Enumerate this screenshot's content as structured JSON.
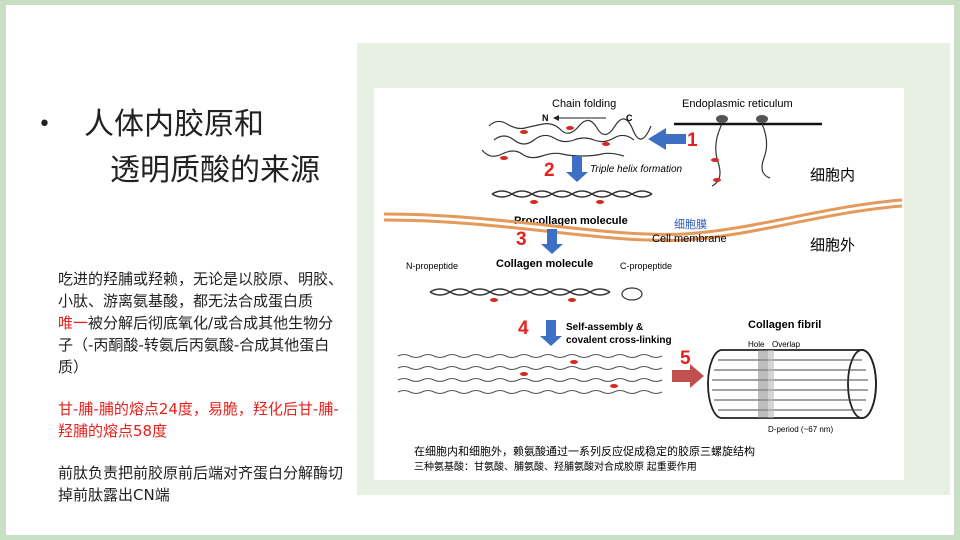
{
  "title": {
    "bullet": "•",
    "line1": "人体内胶原和",
    "line2": "透明质酸的来源"
  },
  "notes": {
    "para1": "吃进的羟脯或羟赖，无论是以胶原、明胶、小肽、游离氨基酸，都无法合成蛋白质",
    "para1_red": "唯一",
    "para1_rest": "被分解后彻底氧化/或合成其他生物分子（-丙酮酸-转氨后丙氨酸-合成其他蛋白质）",
    "para2": "甘-脯-脯的熔点24度，易脆，羟化后甘-脯-羟脯的熔点58度",
    "para3": "前肽负责把前胶原前后端对齐蛋白分解酶切掉前肽露出CN端"
  },
  "figure": {
    "chain_folding": "Chain folding",
    "n_label": "N",
    "c_label": "C",
    "er": "Endoplasmic reticulum",
    "triple_helix": "Triple helix formation",
    "procollagen": "Procollagen molecule",
    "membrane_cn": "细胞膜",
    "membrane_en": "Cell membrane",
    "inside": "细胞内",
    "outside": "细胞外",
    "n_propeptide": "N-propeptide",
    "collagen_molecule": "Collagen molecule",
    "c_propeptide": "C-propeptide",
    "self_assembly": "Self-assembly &",
    "crosslinking": "covalent cross-linking",
    "collagen_fibril": "Collagen fibril",
    "hole": "Hole",
    "overlap": "Overlap",
    "d_period": "D-period (~67 nm)",
    "step1": "1",
    "step2": "2",
    "step3": "3",
    "step4": "4",
    "step5": "5",
    "caption1": "在细胞内和细胞外，赖氨酸通过一系列反应促成稳定的胶原三螺旋结构",
    "caption2": "三种氨基酸：甘氨酸、脯氨酸、羟脯氨酸对合成胶原     起重要作用"
  },
  "colors": {
    "accent_red": "#e8201c",
    "arrow_blue": "#3f6fc4",
    "frame_green": "#c9dfc4"
  }
}
